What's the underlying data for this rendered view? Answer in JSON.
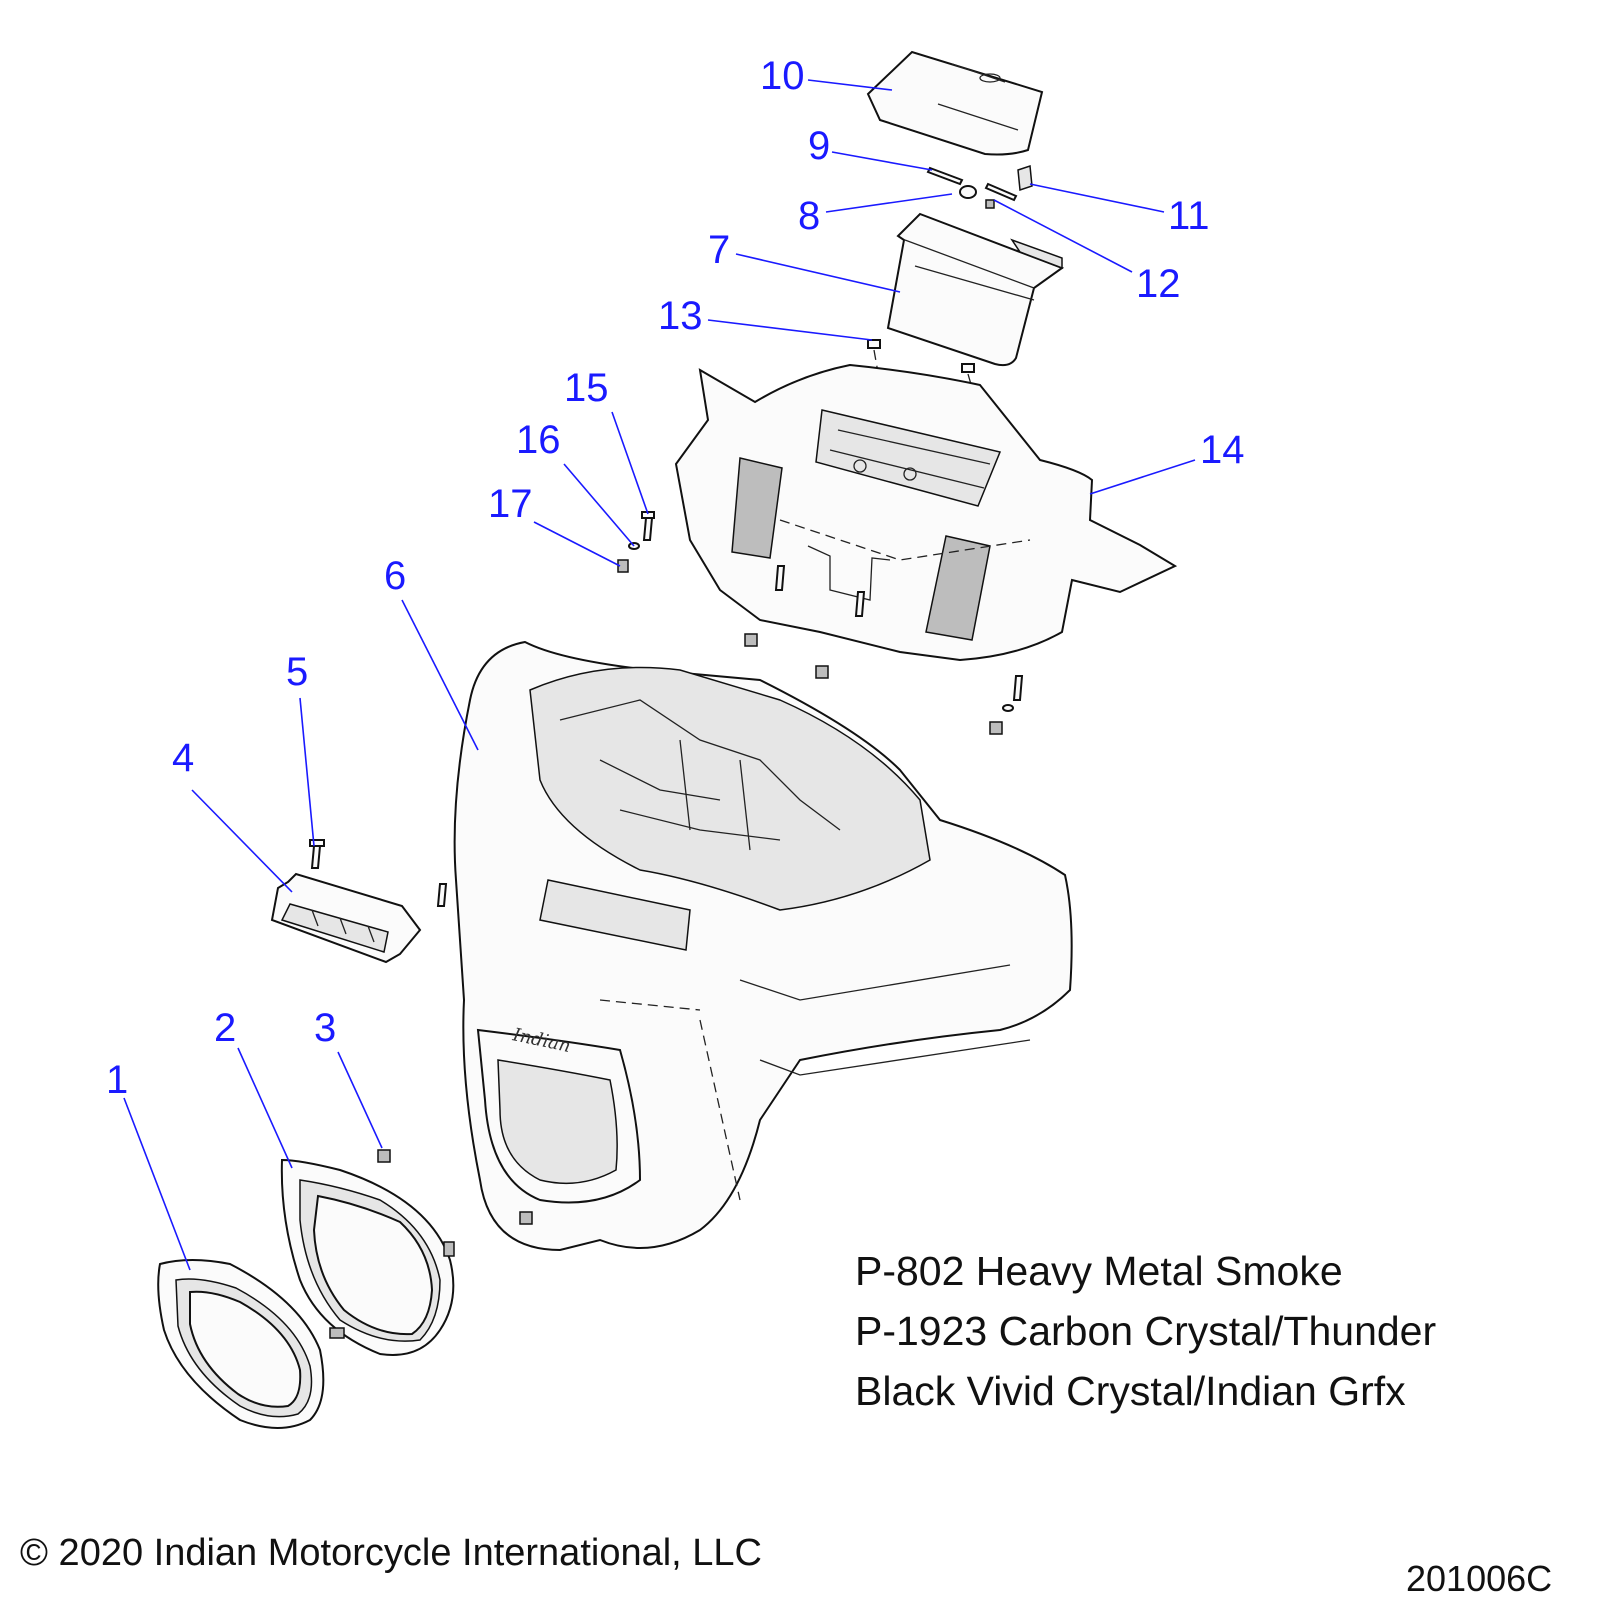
{
  "callouts": [
    {
      "id": "1",
      "label": "1"
    },
    {
      "id": "2",
      "label": "2"
    },
    {
      "id": "3",
      "label": "3"
    },
    {
      "id": "4",
      "label": "4"
    },
    {
      "id": "5",
      "label": "5"
    },
    {
      "id": "6",
      "label": "6"
    },
    {
      "id": "7",
      "label": "7"
    },
    {
      "id": "8",
      "label": "8"
    },
    {
      "id": "9",
      "label": "9"
    },
    {
      "id": "10",
      "label": "10"
    },
    {
      "id": "11",
      "label": "11"
    },
    {
      "id": "12",
      "label": "12"
    },
    {
      "id": "13",
      "label": "13"
    },
    {
      "id": "14",
      "label": "14"
    },
    {
      "id": "15",
      "label": "15"
    },
    {
      "id": "16",
      "label": "16"
    },
    {
      "id": "17",
      "label": "17"
    }
  ],
  "color_notes": [
    "P-802 Heavy Metal Smoke",
    "P-1923 Carbon Crystal/Thunder",
    "Black Vivid Crystal/Indian Grfx"
  ],
  "copyright": "© 2020 Indian Motorcycle International, LLC",
  "drawing_number": "201006C",
  "emblem_text": "Indian",
  "colors": {
    "callout": "#1a1aff",
    "line": "#111111",
    "background": "#ffffff"
  }
}
